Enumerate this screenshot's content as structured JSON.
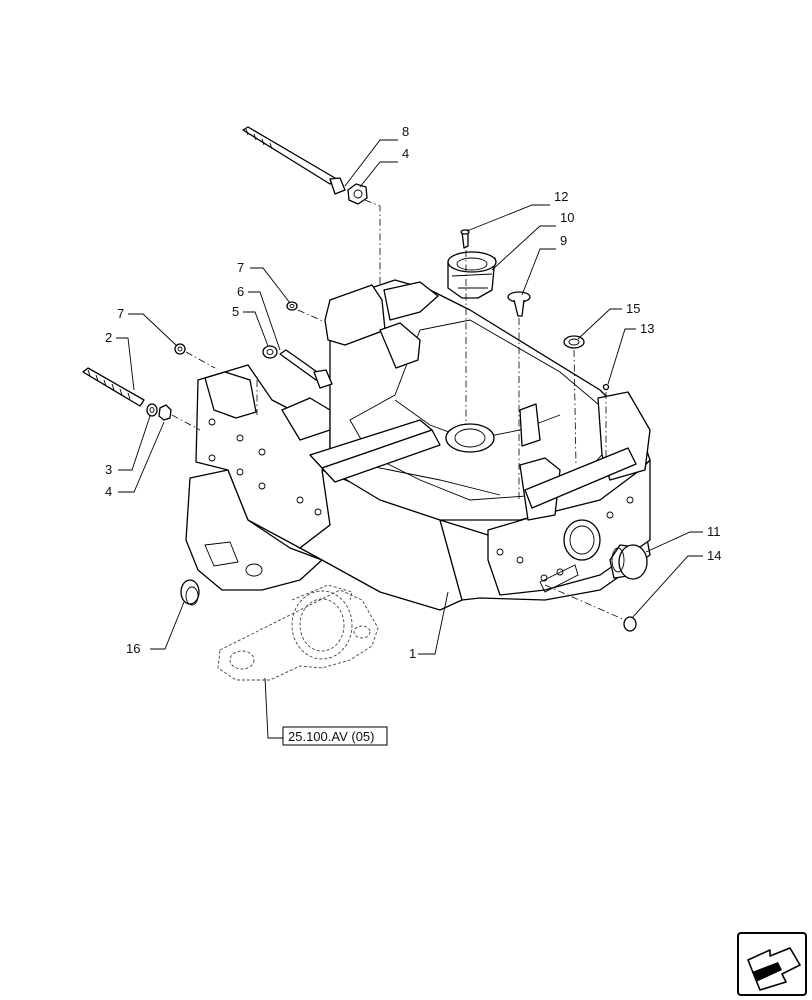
{
  "callouts": [
    {
      "id": "c8",
      "text": "8"
    },
    {
      "id": "c4a",
      "text": "4"
    },
    {
      "id": "c12",
      "text": "12"
    },
    {
      "id": "c10",
      "text": "10"
    },
    {
      "id": "c9",
      "text": "9"
    },
    {
      "id": "c7a",
      "text": "7"
    },
    {
      "id": "c6",
      "text": "6"
    },
    {
      "id": "c5",
      "text": "5"
    },
    {
      "id": "c7b",
      "text": "7"
    },
    {
      "id": "c2",
      "text": "2"
    },
    {
      "id": "c15",
      "text": "15"
    },
    {
      "id": "c13",
      "text": "13"
    },
    {
      "id": "c3",
      "text": "3"
    },
    {
      "id": "c4b",
      "text": "4"
    },
    {
      "id": "c11",
      "text": "11"
    },
    {
      "id": "c14",
      "text": "14"
    },
    {
      "id": "c16",
      "text": "16"
    },
    {
      "id": "c1",
      "text": "1"
    }
  ],
  "reference": {
    "text": "25.100.AV (05)"
  },
  "nav": {
    "icon": "next-page-arrow-icon"
  }
}
